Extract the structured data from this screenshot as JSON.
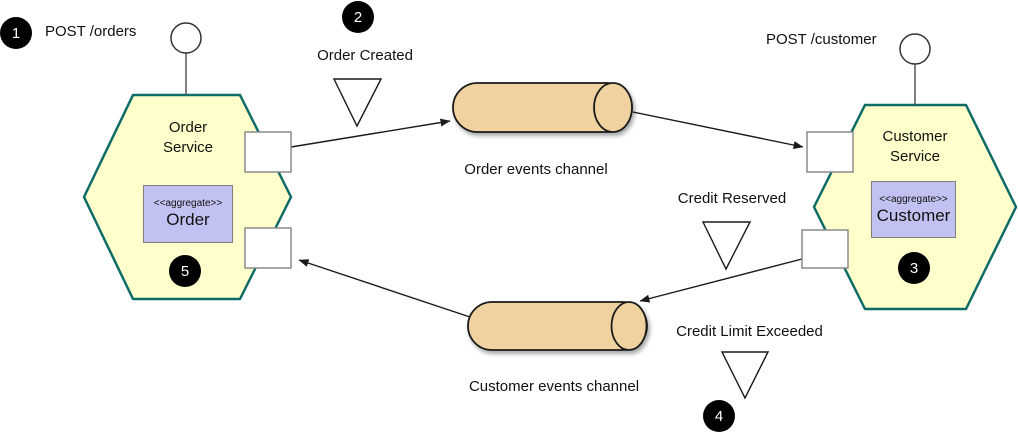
{
  "colors": {
    "hexagon_fill": "#FFFFCC",
    "hexagon_border": "#0D6C67",
    "aggregate_fill": "#C2C2F2",
    "aggregate_border": "#7F7F7F",
    "channel_fill": "#F0D2A0",
    "channel_border": "#1A1A1A",
    "port_fill": "#FFFFFF",
    "port_border": "#8C8C8C",
    "badge_fill": "#000000",
    "badge_text": "#FFFFFF",
    "line_color": "#1A1A1A",
    "background": "#FFFFFF"
  },
  "services": {
    "order": {
      "name": "Order\nService",
      "aggregate_stereotype": "<<aggregate>>",
      "aggregate_name": "Order",
      "endpoint_label": "POST /orders",
      "step_badge": "5"
    },
    "customer": {
      "name": "Customer\nService",
      "aggregate_stereotype": "<<aggregate>>",
      "aggregate_name": "Customer",
      "endpoint_label": "POST /customer",
      "step_badge": "3"
    }
  },
  "channels": {
    "order_events_label": "Order events channel",
    "customer_events_label": "Customer events channel"
  },
  "messages": {
    "order_created": {
      "label": "Order Created",
      "step_badge": "2"
    },
    "credit_reserved": {
      "label": "Credit Reserved"
    },
    "credit_limit_exceeded": {
      "label": "Credit Limit Exceeded",
      "step_badge": "4"
    }
  },
  "steps": {
    "post_orders_badge": "1"
  }
}
